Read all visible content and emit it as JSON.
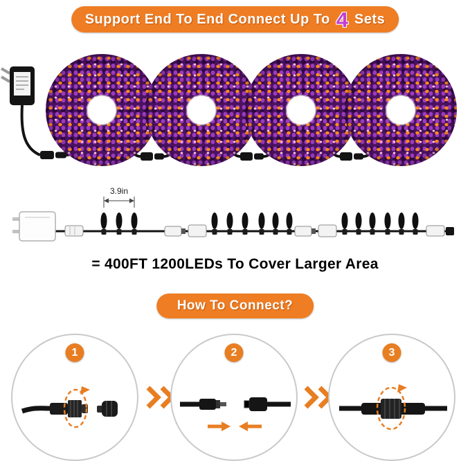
{
  "top_banner": {
    "prefix": "Support End To End Connect Up To",
    "highlight": "4",
    "suffix": "Sets"
  },
  "string_diagram": {
    "spacing_label": "3.9in",
    "coverage_text": "= 400FT  1200LEDs To Cover Larger Area"
  },
  "connect_section": {
    "title": "How To Connect?",
    "steps": [
      {
        "number": "1"
      },
      {
        "number": "2"
      },
      {
        "number": "3"
      }
    ]
  },
  "colors": {
    "banner_orange": "#EF7D23",
    "highlight_magenta": "#C13FD1",
    "badge_orange": "#E87E22",
    "arrow_orange": "#E87E22",
    "wire_black": "#141414",
    "light_purple": "#9B3BBF",
    "light_orange": "#FF8C1A"
  }
}
